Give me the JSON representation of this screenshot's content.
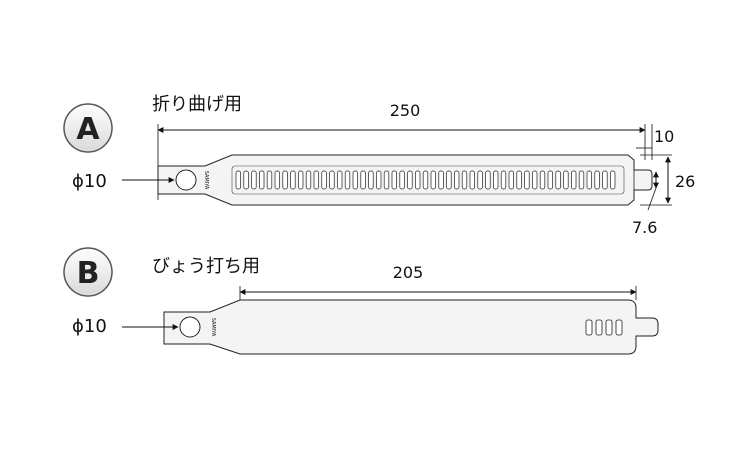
{
  "part_a": {
    "badge": "A",
    "title": "折り曲げ用",
    "length_dim": "250",
    "tab_dim": "10",
    "width_dim": "26",
    "slot_dim": "7.6",
    "hole_dim": "ϕ10",
    "brand": "SAMIYA"
  },
  "part_b": {
    "badge": "B",
    "title": "びょう打ち用",
    "length_dim": "205",
    "hole_dim": "ϕ10",
    "brand": "SAMIYA"
  }
}
